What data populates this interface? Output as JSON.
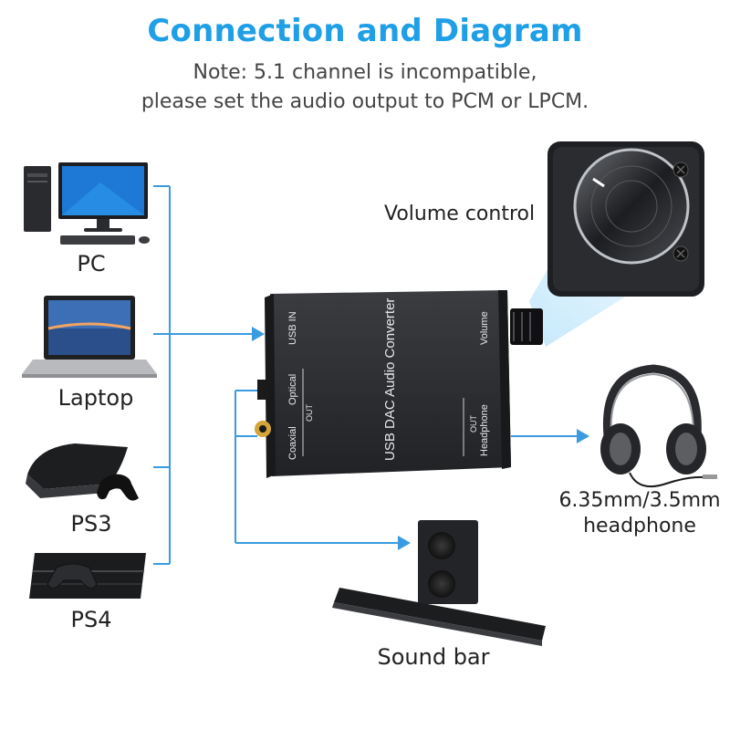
{
  "title": "Connection and Diagram",
  "note_line1": "Note: 5.1 channel is incompatible,",
  "note_line2": "please set the audio output to PCM or LPCM.",
  "sources": {
    "pc": "PC",
    "laptop": "Laptop",
    "ps3": "PS3",
    "ps4": "PS4"
  },
  "device": {
    "name": "USB DAC Audio Converter",
    "usb_in": "USB IN",
    "optical": "Optical",
    "coaxial": "Coaxial",
    "out_left": "OUT",
    "volume": "Volume",
    "headphone": "Headphone",
    "out_right": "OUT"
  },
  "callouts": {
    "volume_control": "Volume control",
    "headphone_line1": "6.35mm/3.5mm",
    "headphone_line2": "headphone",
    "sound_bar": "Sound bar"
  },
  "colors": {
    "accent": "#1f9fe6",
    "line": "#3a9be0",
    "device": "#2b2d30"
  }
}
